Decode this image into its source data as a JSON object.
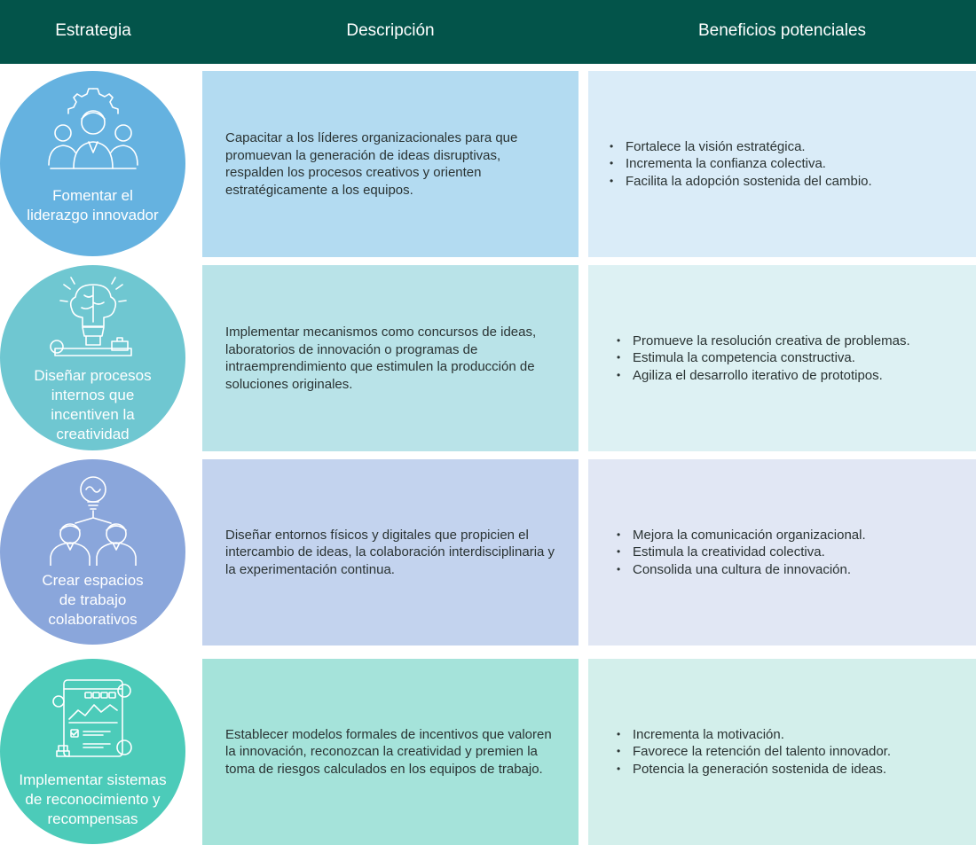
{
  "header": {
    "col_strategy": "Estrategia",
    "col_description": "Descripción",
    "col_benefits": "Beneficios potenciales"
  },
  "rows": [
    {
      "strategy": [
        "Fomentar el",
        "liderazgo innovador"
      ],
      "icon": "leadership-team-gear-icon",
      "circle_color": "#65b2e0",
      "desc_color": "#b3dbf1",
      "ben_color": "#daecf8",
      "description": "Capacitar a los líderes organizacionales para que promuevan la generación de ideas disruptivas, respalden los procesos creativos y orienten estratégicamente a los equipos.",
      "benefits": [
        "Fortalece la visión estratégica.",
        "Incrementa la confianza colectiva.",
        "Facilita la adopción sostenida del cambio."
      ]
    },
    {
      "strategy": [
        "Diseñar procesos",
        "internos que",
        "incentiven la",
        "creatividad"
      ],
      "icon": "brain-lightbulb-icon",
      "circle_color": "#6fc7d1",
      "desc_color": "#b9e3e8",
      "ben_color": "#ddf1f3",
      "description": "Implementar mecanismos como concursos de ideas, laboratorios de innovación o programas de intraemprendimiento que estimulen la producción de soluciones originales.",
      "benefits": [
        "Promueve la resolución creativa de problemas.",
        "Estimula la competencia constructiva.",
        "Agiliza el desarrollo iterativo de prototipos."
      ]
    },
    {
      "strategy": [
        "Crear espacios",
        "de trabajo",
        "colaborativos"
      ],
      "icon": "collaboration-people-bulb-icon",
      "circle_color": "#8aa6db",
      "desc_color": "#c3d3ee",
      "ben_color": "#e1e7f4",
      "description": "Diseñar entornos físicos y digitales que propicien el intercambio de ideas, la colaboración interdisciplinaria y la experimentación continua.",
      "benefits": [
        "Mejora la comunicación organizacional.",
        "Estimula la creatividad colectiva.",
        "Consolida una cultura de innovación."
      ]
    },
    {
      "strategy": [
        "Implementar sistemas",
        "de reconocimiento y",
        "recompensas"
      ],
      "icon": "dashboard-reward-icon",
      "circle_color": "#4ccbb9",
      "desc_color": "#a5e3da",
      "ben_color": "#d3efeb",
      "description": "Establecer modelos formales de incentivos que valoren la innovación, reconozcan la creatividad y premien la toma de riesgos calculados en los equipos de trabajo.",
      "benefits": [
        "Incrementa la motivación.",
        "Favorece la retención del talento innovador.",
        "Potencia la generación sostenida de ideas."
      ]
    }
  ]
}
